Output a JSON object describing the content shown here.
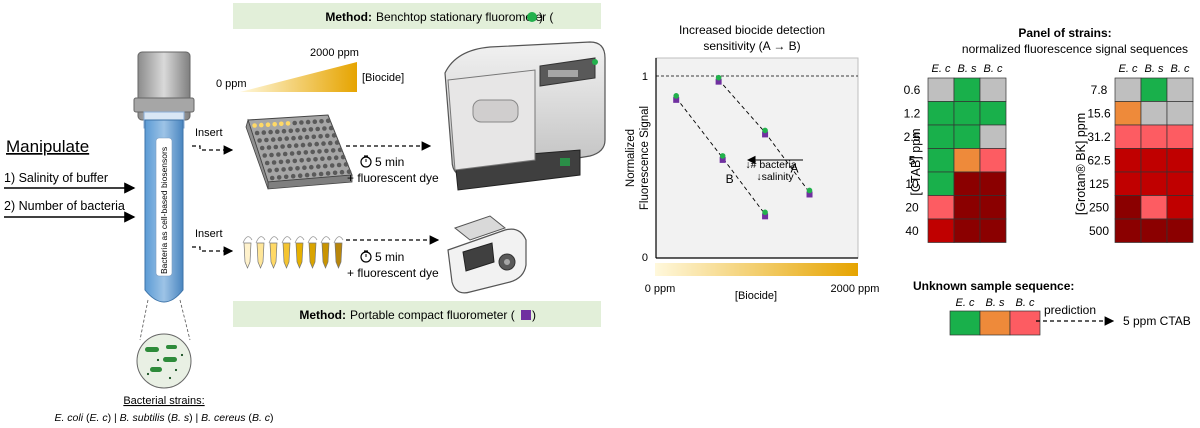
{
  "methods": {
    "benchtop": {
      "prefix": "Method:",
      "label": "Benchtop stationary fluorometer (",
      "suffix": ")",
      "marker_color": "#22b14c"
    },
    "portable": {
      "prefix": "Method:",
      "label": "Portable compact fluorometer (",
      "suffix": ")",
      "marker_color": "#7030a0"
    },
    "banner_color": "#e2efd9"
  },
  "gradient_legend": {
    "high": "2000 ppm",
    "low": "0 ppm",
    "label": "[Biocide]"
  },
  "left": {
    "heading": "Manipulate",
    "items": [
      "1) Salinity of buffer",
      "2) Number of bacteria"
    ],
    "tube_label": "Bacteria as cell-based biosensors",
    "strains_title": "Bacterial strains:",
    "strains": [
      {
        "name": "E. coli",
        "abbr": "E. c"
      },
      {
        "name": "B. subtilis",
        "abbr": "B. s"
      },
      {
        "name": "B. cereus",
        "abbr": "B. c"
      }
    ]
  },
  "workflow": {
    "insert": "Insert",
    "time": "5 min",
    "dye": "+ fluorescent dye"
  },
  "chart": {
    "title_line1": "Increased biocide detection",
    "title_line2": "sensitivity (A → B)",
    "ylabel_line1": "Normalized",
    "ylabel_line2": "Fluorescence Signal",
    "xlabel": "[Biocide]",
    "x_min_label": "0 ppm",
    "x_max_label": "2000 ppm",
    "y_ticks": [
      "1",
      "0"
    ],
    "annotation_bacteria": "↓# bacteria",
    "annotation_salinity": "↓salinity",
    "grid": false
  },
  "chart_data": {
    "type": "scatter",
    "xlim": [
      0,
      2000
    ],
    "ylim": [
      0,
      1
    ],
    "reference_line": 1,
    "series": [
      {
        "name": "B",
        "points": [
          [
            200,
            0.88
          ],
          [
            660,
            0.55
          ],
          [
            1080,
            0.24
          ]
        ]
      },
      {
        "name": "A",
        "points": [
          [
            620,
            0.98
          ],
          [
            1080,
            0.69
          ],
          [
            1520,
            0.36
          ]
        ]
      }
    ]
  },
  "heatmaps": {
    "title": "Panel of strains:",
    "subtitle": "normalized fluorescence signal sequences",
    "columns": [
      "E. c",
      "B. s",
      "B. c"
    ],
    "colors": {
      "grey": "#bfbfbf",
      "green": "#19b04b",
      "orange": "#ee8a3a",
      "pink": "#fd5c62",
      "red": "#c00000",
      "dark": "#8b0000"
    },
    "ctab": {
      "ylabel": "[CTAB] ppm",
      "rows": [
        {
          "label": "0.6",
          "cells": [
            "grey",
            "green",
            "grey"
          ]
        },
        {
          "label": "1.2",
          "cells": [
            "green",
            "green",
            "green"
          ]
        },
        {
          "label": "2.5",
          "cells": [
            "green",
            "green",
            "grey"
          ]
        },
        {
          "label": "5",
          "cells": [
            "green",
            "orange",
            "pink"
          ]
        },
        {
          "label": "10",
          "cells": [
            "green",
            "dark",
            "dark"
          ]
        },
        {
          "label": "20",
          "cells": [
            "pink",
            "dark",
            "dark"
          ]
        },
        {
          "label": "40",
          "cells": [
            "red",
            "dark",
            "dark"
          ]
        }
      ]
    },
    "grotan": {
      "ylabel": "[Grotan® BK] ppm",
      "rows": [
        {
          "label": "7.8",
          "cells": [
            "grey",
            "green",
            "grey"
          ]
        },
        {
          "label": "15.6",
          "cells": [
            "orange",
            "grey",
            "grey"
          ]
        },
        {
          "label": "31.2",
          "cells": [
            "pink",
            "pink",
            "pink"
          ]
        },
        {
          "label": "62.5",
          "cells": [
            "red",
            "red",
            "red"
          ]
        },
        {
          "label": "125",
          "cells": [
            "red",
            "red",
            "red"
          ]
        },
        {
          "label": "250",
          "cells": [
            "dark",
            "pink",
            "red"
          ]
        },
        {
          "label": "500",
          "cells": [
            "dark",
            "dark",
            "dark"
          ]
        }
      ]
    }
  },
  "unknown": {
    "title": "Unknown sample sequence:",
    "cells": [
      "green",
      "orange",
      "pink"
    ],
    "arrow_label": "prediction",
    "result": "5 ppm CTAB"
  }
}
